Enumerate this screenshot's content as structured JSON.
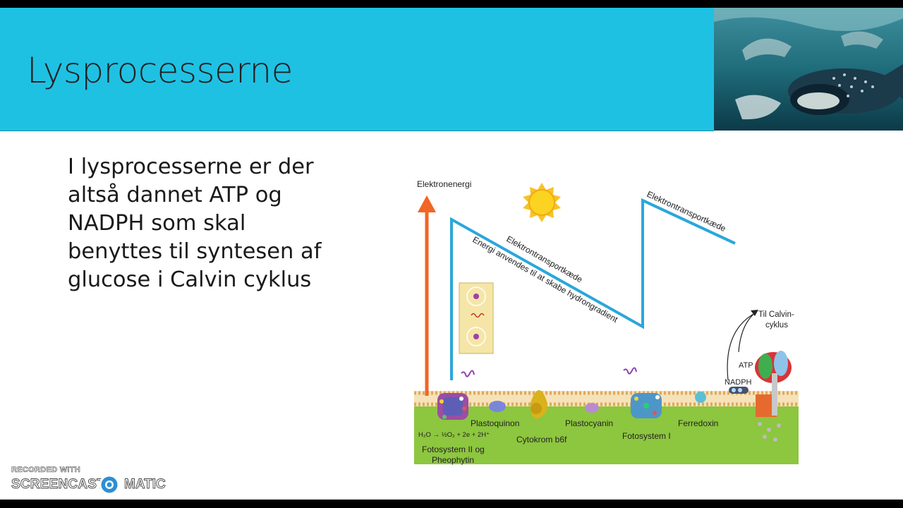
{
  "slide": {
    "title": "Lysprocesserne",
    "body_lines": [
      "I lysprocesserne er der",
      "altså dannet ATP og",
      "NADPH som skal",
      "benyttes til syntesen af",
      "glucose i Calvin cyklus"
    ]
  },
  "diagram": {
    "axis_label": "Elektronenergi",
    "chain_label_1": "Elektrontransportkæde",
    "chain_desc_1": "Energi anvendes til at skabe hydrongradient",
    "chain_label_2": "Elektrontransportkæde",
    "to_calvin_1": "Til Calvin-",
    "to_calvin_2": "cyklus",
    "atp": "ATP",
    "nadph": "NADPH",
    "plastoquinon": "Plastoquinon",
    "plastocyanin": "Plastocyanin",
    "ferredoxin": "Ferredoxin",
    "cytokrom": "Cytokrom b6f",
    "fotosystem1": "Fotosystem I",
    "fotosystem2_1": "Fotosystem II og",
    "fotosystem2_2": "Pheophytin",
    "water_reaction": "H₂O → ½O₂ + 2e + 2H⁺",
    "colors": {
      "membrane_green": "#8dc63f",
      "arrow_orange": "#f26522",
      "chain_blue": "#2aa7db"
    }
  },
  "watermark": {
    "recorded_with": "RECORDED WITH",
    "brand_left": "SCREENCAST",
    "brand_right": "MATIC"
  }
}
